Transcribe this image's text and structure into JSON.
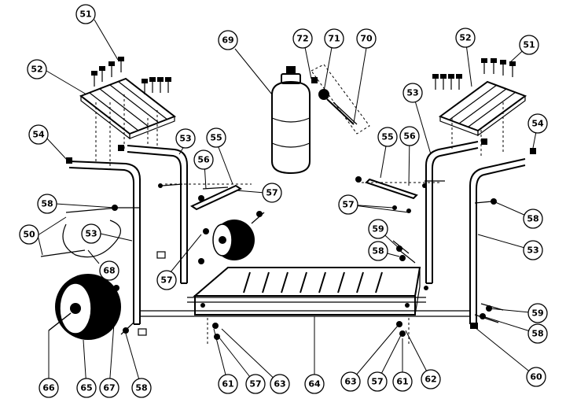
{
  "diagram": {
    "callouts": [
      {
        "id": "c51a",
        "label": "51"
      },
      {
        "id": "c52a",
        "label": "52"
      },
      {
        "id": "c54a",
        "label": "54"
      },
      {
        "id": "c53a",
        "label": "53"
      },
      {
        "id": "c55a",
        "label": "55"
      },
      {
        "id": "c56a",
        "label": "56"
      },
      {
        "id": "c57a",
        "label": "57"
      },
      {
        "id": "c58a",
        "label": "58"
      },
      {
        "id": "c50a",
        "label": "50"
      },
      {
        "id": "c53b",
        "label": "53"
      },
      {
        "id": "c68a",
        "label": "68"
      },
      {
        "id": "c57b",
        "label": "57"
      },
      {
        "id": "c69a",
        "label": "69"
      },
      {
        "id": "c72a",
        "label": "72"
      },
      {
        "id": "c71a",
        "label": "71"
      },
      {
        "id": "c70a",
        "label": "70"
      },
      {
        "id": "c52b",
        "label": "52"
      },
      {
        "id": "c51b",
        "label": "51"
      },
      {
        "id": "c53c",
        "label": "53"
      },
      {
        "id": "c54b",
        "label": "54"
      },
      {
        "id": "c55b",
        "label": "55"
      },
      {
        "id": "c56b",
        "label": "56"
      },
      {
        "id": "c57c",
        "label": "57"
      },
      {
        "id": "c58b",
        "label": "58"
      },
      {
        "id": "c59a",
        "label": "59"
      },
      {
        "id": "c58c",
        "label": "58"
      },
      {
        "id": "c53d",
        "label": "53"
      },
      {
        "id": "c59b",
        "label": "59"
      },
      {
        "id": "c58d",
        "label": "58"
      },
      {
        "id": "c60a",
        "label": "60"
      },
      {
        "id": "c66a",
        "label": "66"
      },
      {
        "id": "c65a",
        "label": "65"
      },
      {
        "id": "c67a",
        "label": "67"
      },
      {
        "id": "c58e",
        "label": "58"
      },
      {
        "id": "c61a",
        "label": "61"
      },
      {
        "id": "c57d",
        "label": "57"
      },
      {
        "id": "c63a",
        "label": "63"
      },
      {
        "id": "c64a",
        "label": "64"
      },
      {
        "id": "c63b",
        "label": "63"
      },
      {
        "id": "c57e",
        "label": "57"
      },
      {
        "id": "c61b",
        "label": "61"
      },
      {
        "id": "c62a",
        "label": "62"
      }
    ]
  }
}
